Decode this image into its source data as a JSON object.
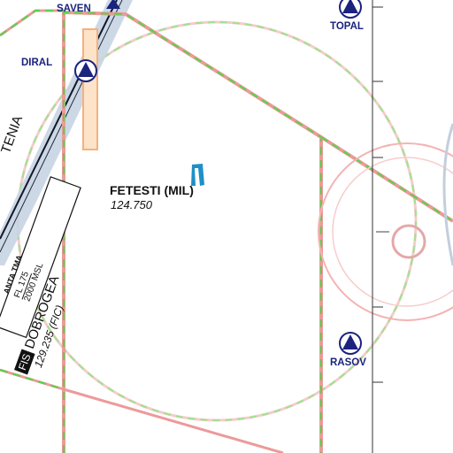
{
  "map": {
    "airspace": {
      "name": "FETESTI (MIL)",
      "frequency": "124.750"
    },
    "waypoints": [
      {
        "id": "saven",
        "label": "SAVEN"
      },
      {
        "id": "diral",
        "label": "DIRAL"
      },
      {
        "id": "topal",
        "label": "TOPAL"
      },
      {
        "id": "rasov",
        "label": "RASOV"
      }
    ],
    "tma": {
      "name": "ANTA TMA",
      "upper": "FL 175",
      "lower": "2000 MSL"
    },
    "fis": {
      "badge": "FIS",
      "name": "DOBROGEA",
      "frequency": "129.235 (FIC)"
    },
    "partial_label": "TENIA",
    "colors": {
      "boundary": "#ec9a9a",
      "dashed_green": "#5ad14a",
      "airport_ring": "#f3b3b3",
      "waypoint": "#1a237e",
      "airway_band": "#c8d4e4",
      "obstacle_box": "#f4b27e",
      "marker": "#1f8fc7"
    }
  }
}
